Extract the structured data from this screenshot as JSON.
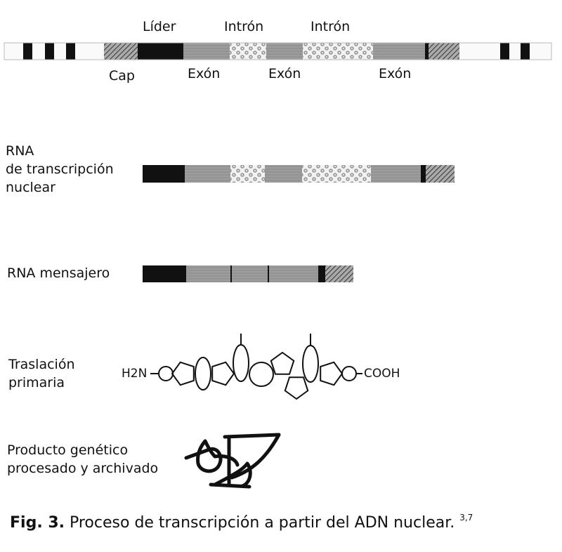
{
  "dna": {
    "top_labels": [
      "Líder",
      "Intrón",
      "Intrón"
    ],
    "bottom_labels": [
      "Cap",
      "Exón",
      "Exón",
      "Exón"
    ]
  },
  "rows": {
    "nuclear_rna": [
      "RNA",
      "de transcripción",
      "nuclear"
    ],
    "messenger_rna": "RNA mensajero",
    "translation": [
      "Traslación",
      "primaria"
    ],
    "product": [
      "Producto genético",
      "procesado y archivado"
    ]
  },
  "protein": {
    "n_terminus": "H2N",
    "c_terminus": "COOH"
  },
  "caption": {
    "fig": "Fig. 3.",
    "text": " Proceso de transcripción a partir del ADN nuclear.",
    "refs": "3,7"
  },
  "colors": {
    "black": "#111111",
    "exon": "#9a9a9a",
    "intron_bg": "#f2f2f2",
    "hatch": "#555555"
  }
}
